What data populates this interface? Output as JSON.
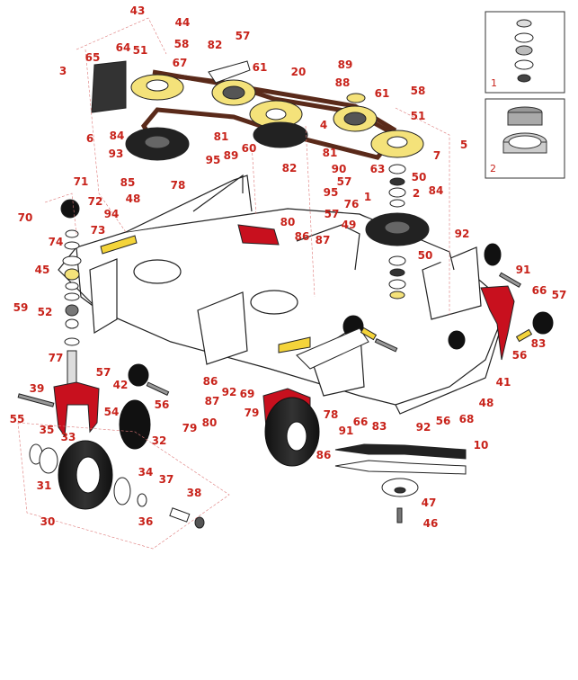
{
  "diagram": {
    "callouts": [
      "43",
      "44",
      "58",
      "57",
      "64",
      "51",
      "82",
      "65",
      "67",
      "61",
      "3",
      "20",
      "89",
      "88",
      "61",
      "58",
      "51",
      "6",
      "84",
      "81",
      "60",
      "89",
      "93",
      "95",
      "85",
      "4",
      "82",
      "81",
      "5",
      "7",
      "90",
      "57",
      "63",
      "50",
      "78",
      "48",
      "95",
      "2",
      "84",
      "1",
      "76",
      "71",
      "72",
      "94",
      "80",
      "86",
      "87",
      "57",
      "49",
      "70",
      "92",
      "74",
      "73",
      "45",
      "50",
      "59",
      "52",
      "91",
      "66",
      "57",
      "77",
      "83",
      "56",
      "57",
      "42",
      "86",
      "87",
      "92",
      "69",
      "41",
      "48",
      "39",
      "56",
      "79",
      "68",
      "56",
      "55",
      "54",
      "80",
      "79",
      "78",
      "66",
      "83",
      "92",
      "91",
      "35",
      "33",
      "32",
      "10",
      "86",
      "34",
      "37",
      "31",
      "38",
      "47",
      "30",
      "36",
      "46"
    ],
    "insets": [
      {
        "label": "1"
      },
      {
        "label": "2"
      }
    ]
  },
  "colors": {
    "callout": "#c8231b",
    "deck_red": "#c8101e",
    "belt": "#5a2a1a",
    "pulley_yellow": "#f4e27a"
  }
}
